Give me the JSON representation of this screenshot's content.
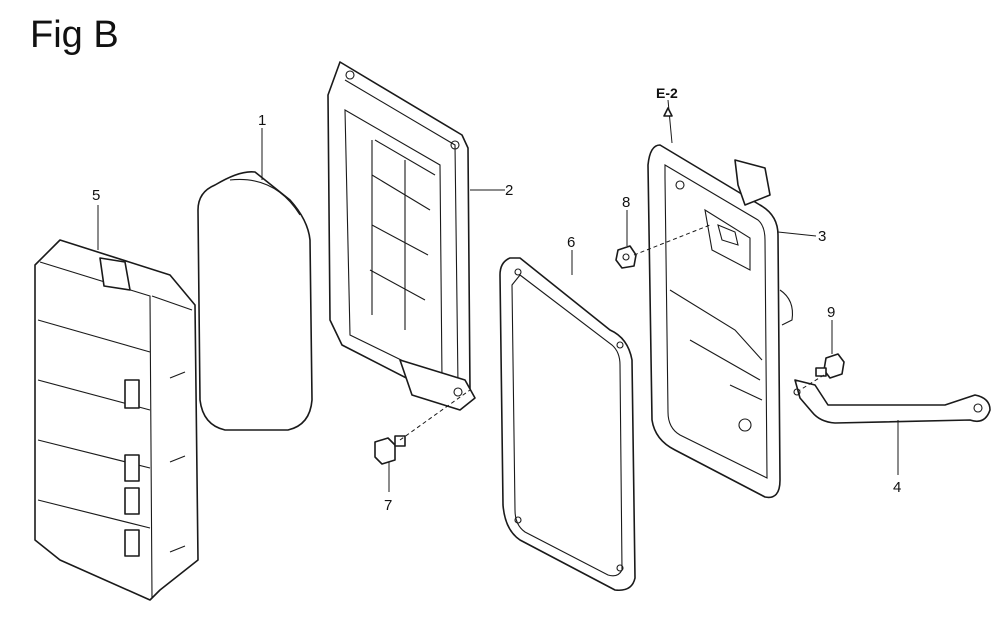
{
  "figure": {
    "title": "Fig B"
  },
  "callouts": [
    {
      "id": "1",
      "label": "1"
    },
    {
      "id": "2",
      "label": "2"
    },
    {
      "id": "3",
      "label": "3"
    },
    {
      "id": "4",
      "label": "4"
    },
    {
      "id": "5",
      "label": "5"
    },
    {
      "id": "6",
      "label": "6"
    },
    {
      "id": "7",
      "label": "7"
    },
    {
      "id": "8",
      "label": "8"
    },
    {
      "id": "9",
      "label": "9"
    }
  ],
  "reference": {
    "label": "E-2"
  }
}
